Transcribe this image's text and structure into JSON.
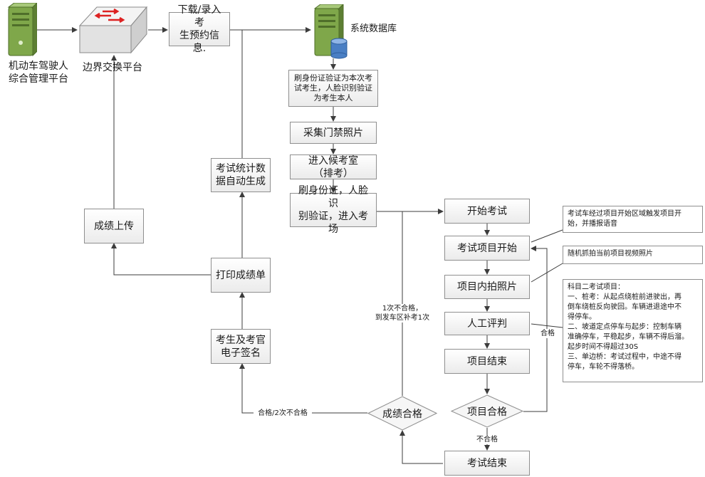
{
  "nodes": {
    "platform": "机动车驾驶人\n综合管理平台",
    "exchange": "边界交换平台",
    "download": "下载/录入考\n生预约信息.",
    "database": "系统数据库",
    "verify_id": "刷身份证验证为本次考\n试考生，人脸识别验证\n为考生本人",
    "collect_photo": "采集门禁照片",
    "waiting_room": "进入候考室\n（排考）",
    "enter_field": "刷身份证，人脸识\n别验证，进入考场",
    "stats": "考试统计数\n据自动生成",
    "upload": "成绩上传",
    "print": "打印成绩单",
    "signature": "考生及考官\n电子签名",
    "start_exam": "开始考试",
    "item_start": "考试项目开始",
    "photo_in_item": "项目内拍照片",
    "manual_judge": "人工评判",
    "item_end": "项目结束",
    "item_pass": "项目合格",
    "score_pass": "成绩合格",
    "exam_end": "考试结束"
  },
  "notes": {
    "trigger": "考试车经过项目开始区域触发项目开\n始，并播报语音",
    "random_photo": "随机抓拍当前项目视频照片",
    "subject2": "科目二考试项目：\n一、桩考：从起点绕桩前进驶出，再\n倒车绕桩反向驶回。车辆进退途中不\n得停车。\n二、坡道定点停车与起步：控制车辆\n准确停车，平稳起步，车辆不得后溜。\n起步时间不得超过30S\n三、单边桥：考试过程中，中途不得\n停车，车轮不得落桥。"
  },
  "edge_labels": {
    "retake": "1次不合格，\n到发车区补考1次",
    "pass_or_fail2": "合格/2次不合格",
    "pass": "合格",
    "fail": "不合格"
  },
  "colors": {
    "line": "#3c3c3c",
    "box_border": "#8f8f8f",
    "server": "#7fa74a",
    "database_cylinder": "#4a7fc4"
  },
  "icons": [
    "server-icon",
    "switch-icon",
    "database-server-icon"
  ]
}
